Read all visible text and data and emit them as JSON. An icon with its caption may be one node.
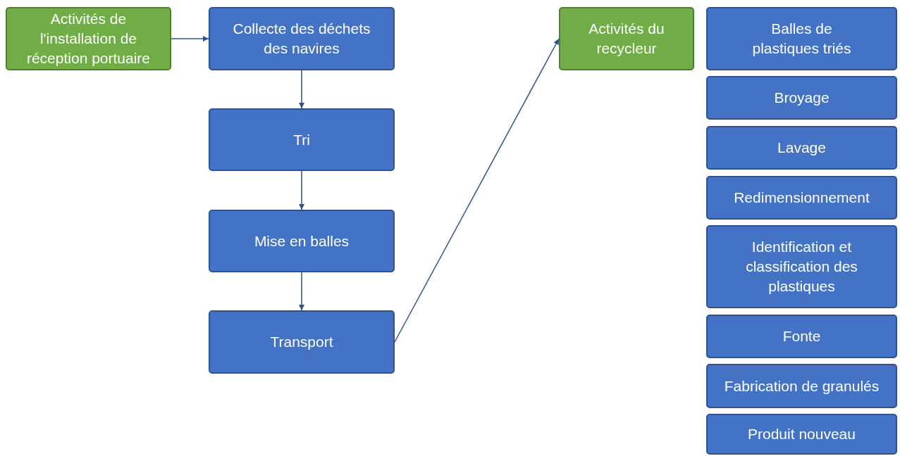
{
  "diagram": {
    "nodes": [
      {
        "text": [
          "Activités de l'installation de réception portuaire"
        ]
      },
      {
        "text": [
          "Collecte des déchets des navires"
        ]
      },
      {
        "text": [
          "Tri"
        ]
      },
      {
        "text": [
          "Mise en balles"
        ]
      },
      {
        "text": [
          "Transport"
        ]
      },
      {
        "text": [
          "Activités du recycleur"
        ]
      },
      {
        "text": [
          "Balles de plastiques triés"
        ]
      },
      {
        "text": [
          "Broyage"
        ]
      },
      {
        "text": [
          "Lavage"
        ]
      },
      {
        "text": [
          "Redimensionnement"
        ]
      },
      {
        "text": [
          "Identification et classification des plastiques"
        ]
      },
      {
        "text": [
          "Fonte"
        ]
      },
      {
        "text": [
          "Fabrication de granulés"
        ]
      },
      {
        "text": [
          "Produit nouveau"
        ]
      }
    ],
    "edges": [
      {
        "from": 0,
        "to": 1,
        "arrow": "to"
      },
      {
        "from": 1,
        "to": 2,
        "arrow": "to"
      },
      {
        "from": 2,
        "to": 3,
        "arrow": "to"
      },
      {
        "from": 3,
        "to": 4,
        "arrow": "to"
      },
      {
        "from": 4,
        "to": 5,
        "arrow": "to"
      }
    ]
  }
}
